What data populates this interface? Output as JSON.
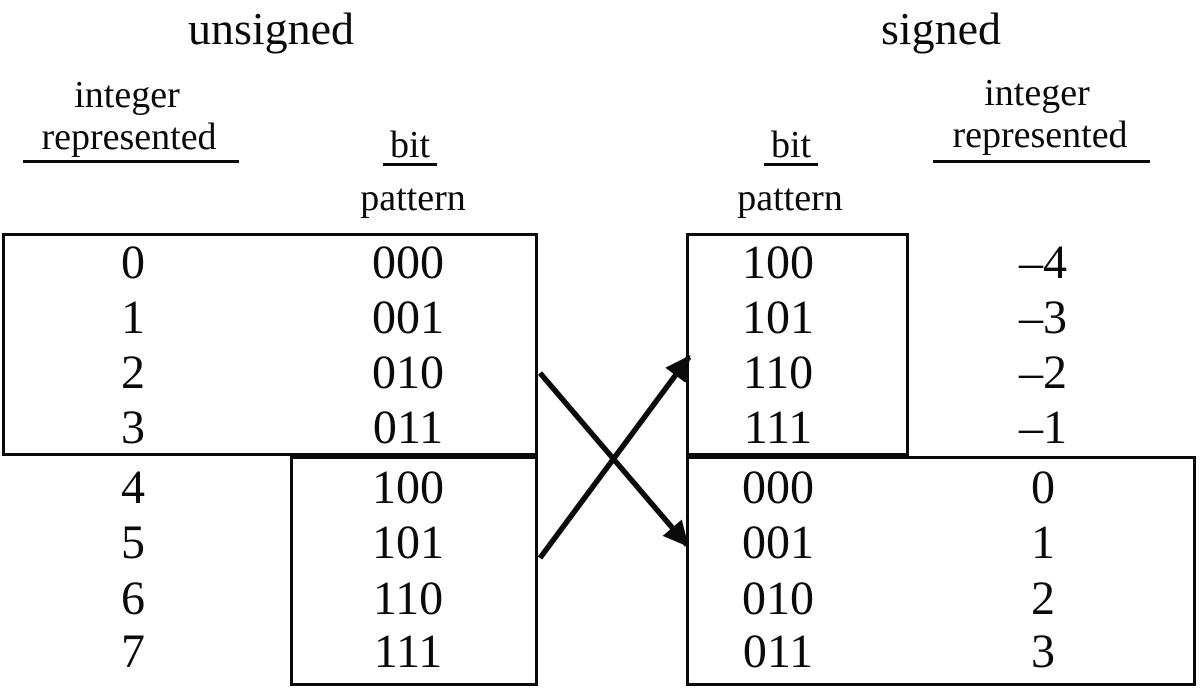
{
  "colors": {
    "ink": "#0a0a0a",
    "background": "#ffffff"
  },
  "unsigned_table": {
    "title": "unsigned",
    "integer_header_line1": "integer",
    "integer_header_line2": "represented",
    "bit_header_line1": "bit",
    "bit_header_line2": "pattern",
    "rows": [
      {
        "integer": "0",
        "bits": "000"
      },
      {
        "integer": "1",
        "bits": "001"
      },
      {
        "integer": "2",
        "bits": "010"
      },
      {
        "integer": "3",
        "bits": "011"
      },
      {
        "integer": "4",
        "bits": "100"
      },
      {
        "integer": "5",
        "bits": "101"
      },
      {
        "integer": "6",
        "bits": "110"
      },
      {
        "integer": "7",
        "bits": "111"
      }
    ]
  },
  "signed_table": {
    "title": "signed",
    "bit_header_line1": "bit",
    "bit_header_line2": "pattern",
    "integer_header_line1": "integer",
    "integer_header_line2": "represented",
    "rows": [
      {
        "bits": "100",
        "integer": "–4"
      },
      {
        "bits": "101",
        "integer": "–3"
      },
      {
        "bits": "110",
        "integer": "–2"
      },
      {
        "bits": "111",
        "integer": "–1"
      },
      {
        "bits": "000",
        "integer": "0"
      },
      {
        "bits": "001",
        "integer": "1"
      },
      {
        "bits": "010",
        "integer": "2"
      },
      {
        "bits": "011",
        "integer": "3"
      }
    ]
  },
  "mapping_arrows": [
    {
      "from": "unsigned-upper-box (bit patterns 000–011)",
      "to": "signed-lower-box (integers 0–3)"
    },
    {
      "from": "unsigned-lower-box (bit patterns 100–111)",
      "to": "signed-upper-box (integers –4 to –1)"
    }
  ]
}
